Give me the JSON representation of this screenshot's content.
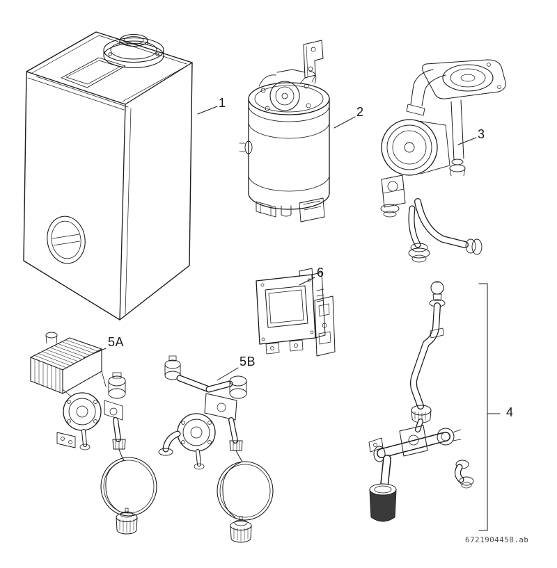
{
  "figure": {
    "kind": "exploded-parts-diagram",
    "callout_labels": {
      "c1": "1",
      "c2": "2",
      "c3": "3",
      "c4": "4",
      "c5a": "5A",
      "c5b": "5B",
      "c6": "6"
    },
    "drawing_code": "6721904458.ab",
    "colors": {
      "line": "#1a1a1a",
      "background": "#ffffff",
      "code": "#4d4d4d"
    }
  }
}
